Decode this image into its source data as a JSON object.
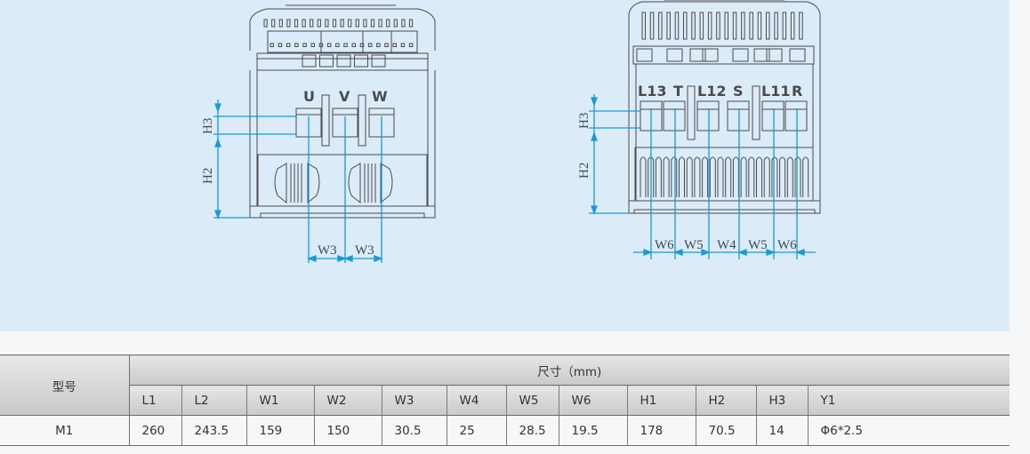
{
  "diagram": {
    "accent_color": "#1a9ad6",
    "line_color": "#4a4a4a",
    "left_view": {
      "terminals": [
        "U",
        "V",
        "W"
      ],
      "dimension_labels": {
        "vertical": [
          "H3",
          "H2"
        ],
        "horizontal": [
          "W3",
          "W3"
        ]
      }
    },
    "right_view": {
      "terminals": [
        "L13",
        "T",
        "L12",
        "S",
        "L11",
        "R"
      ],
      "dimension_labels": {
        "vertical": [
          "H3",
          "H2"
        ],
        "horizontal": [
          "W6",
          "W5",
          "W4",
          "W5",
          "W6"
        ]
      }
    }
  },
  "table": {
    "model_header": "型号",
    "group_header": "尺寸（mm)",
    "columns": [
      "L1",
      "L2",
      "W1",
      "W2",
      "W3",
      "W4",
      "W5",
      "W6",
      "H1",
      "H2",
      "H3",
      "Y1"
    ],
    "rows": [
      {
        "model": "M1",
        "values": [
          "260",
          "243.5",
          "159",
          "150",
          "30.5",
          "25",
          "28.5",
          "19.5",
          "178",
          "70.5",
          "14",
          "Φ6*2.5"
        ]
      }
    ]
  }
}
